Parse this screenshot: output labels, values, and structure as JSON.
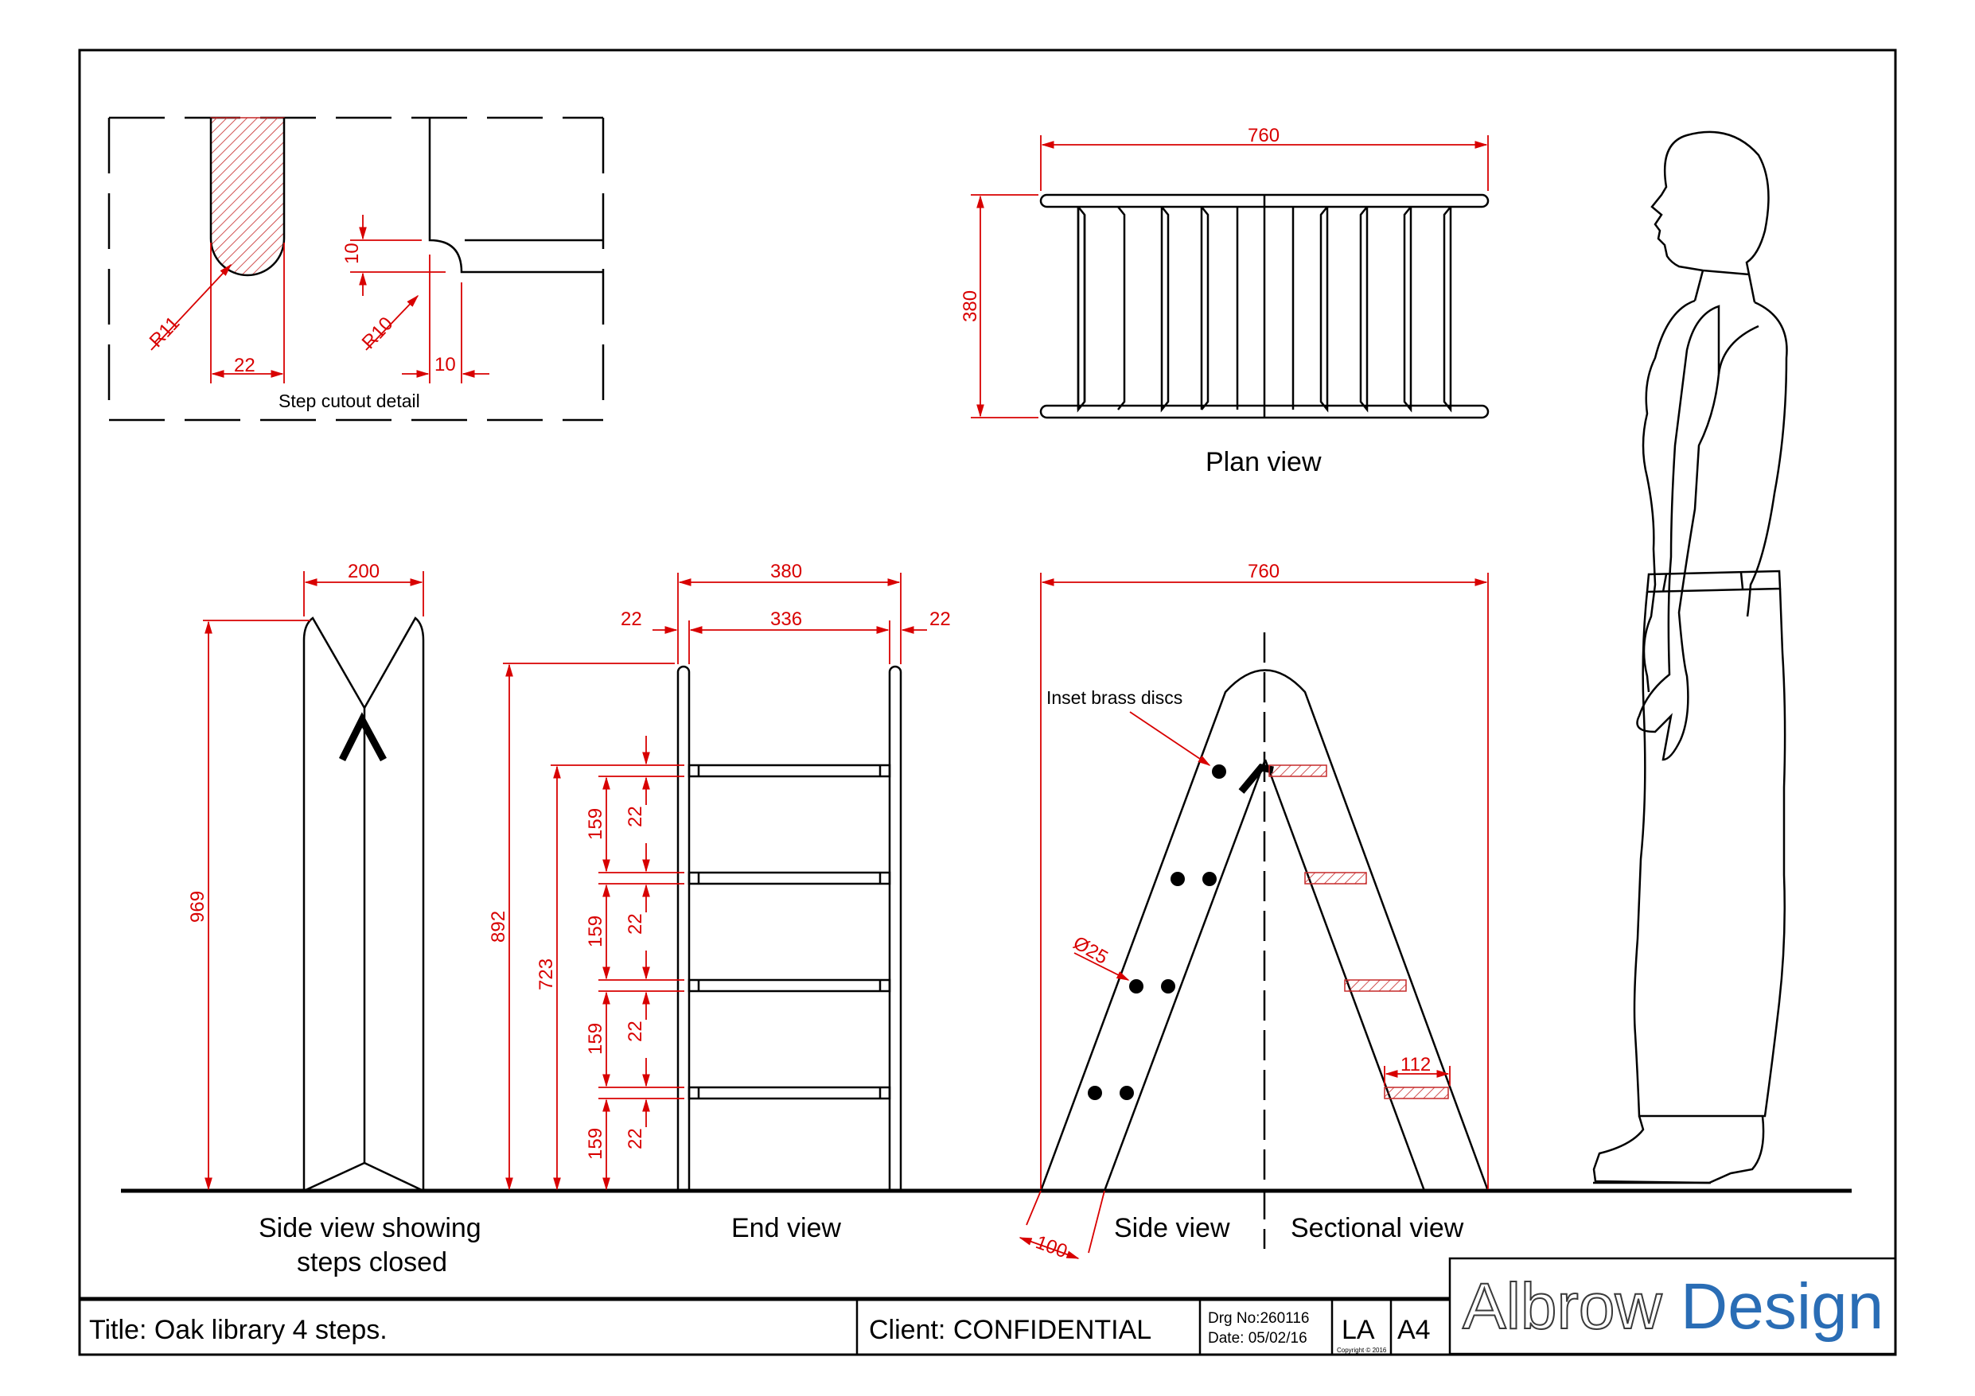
{
  "cutout_detail": {
    "caption": "Step cutout detail",
    "dims": {
      "r11": "R11",
      "r10": "R10",
      "w22": "22",
      "h10": "10",
      "w10": "10"
    }
  },
  "plan_view": {
    "caption": "Plan view",
    "dims": {
      "width": "760",
      "depth": "380"
    }
  },
  "side_closed": {
    "caption_line1": "Side view showing",
    "caption_line2": "steps closed",
    "dims": {
      "width": "200",
      "height": "969"
    }
  },
  "end_view": {
    "caption": "End view",
    "dims": {
      "overall": "380",
      "inner": "336",
      "left_stile": "22",
      "right_stile": "22",
      "height": "892",
      "top_step": "723",
      "spacings": [
        "159",
        "159",
        "159",
        "159"
      ],
      "treads": [
        "22",
        "22",
        "22",
        "22"
      ]
    }
  },
  "side_view": {
    "caption": "Side view",
    "section_caption": "Sectional view",
    "annotation": "Inset brass discs",
    "dims": {
      "width": "760",
      "disc": "Ø25",
      "stile": "100",
      "tread": "112"
    }
  },
  "title_block": {
    "title": "Title: Oak library 4 steps.",
    "client": "Client: CONFIDENTIAL",
    "drawing_no": "Drg No:260116",
    "date": "Date: 05/02/16",
    "initials": "LA",
    "copyright": "Copyright © 2016",
    "sheet_size": "A4",
    "logo_part1": "Albrow",
    "logo_part2": "Design"
  },
  "colors": {
    "dimension": "#d80000",
    "logo_blue": "#2a6db5",
    "hatch": "#c62828"
  }
}
